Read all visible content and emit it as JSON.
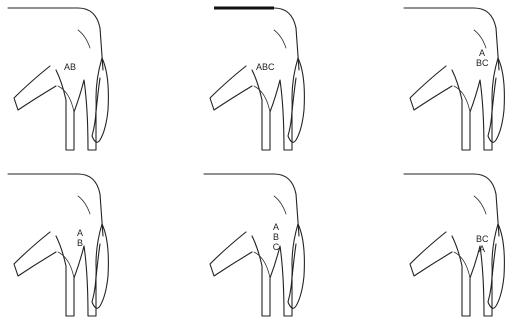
{
  "panels": [
    {
      "label_lines": [
        "AB"
      ],
      "top_bar": false
    },
    {
      "label_lines": [
        "ABC"
      ],
      "top_bar": true
    },
    {
      "label_lines": [
        "A",
        "BC"
      ],
      "top_bar": false
    },
    {
      "label_lines": [
        "A",
        "B"
      ],
      "top_bar": false
    },
    {
      "label_lines": [
        "A",
        "B",
        "C"
      ],
      "top_bar": false
    },
    {
      "label_lines": [
        "BC",
        "A"
      ],
      "top_bar": false
    }
  ],
  "colors": {
    "line": "#222222",
    "top_bar": "#111111"
  },
  "icons": [
    "cow-hindquarter-outline"
  ]
}
